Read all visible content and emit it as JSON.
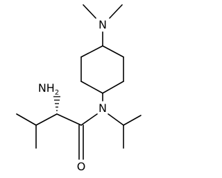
{
  "molecule": {
    "atom_labels": {
      "top_nitrogen": "N",
      "amine": "NH",
      "amine_subscript": "2",
      "amide_nitrogen": "N",
      "carbonyl_oxygen": "O"
    },
    "colors": {
      "bond": "#000000",
      "label": "#000000",
      "background": "#ffffff"
    }
  }
}
